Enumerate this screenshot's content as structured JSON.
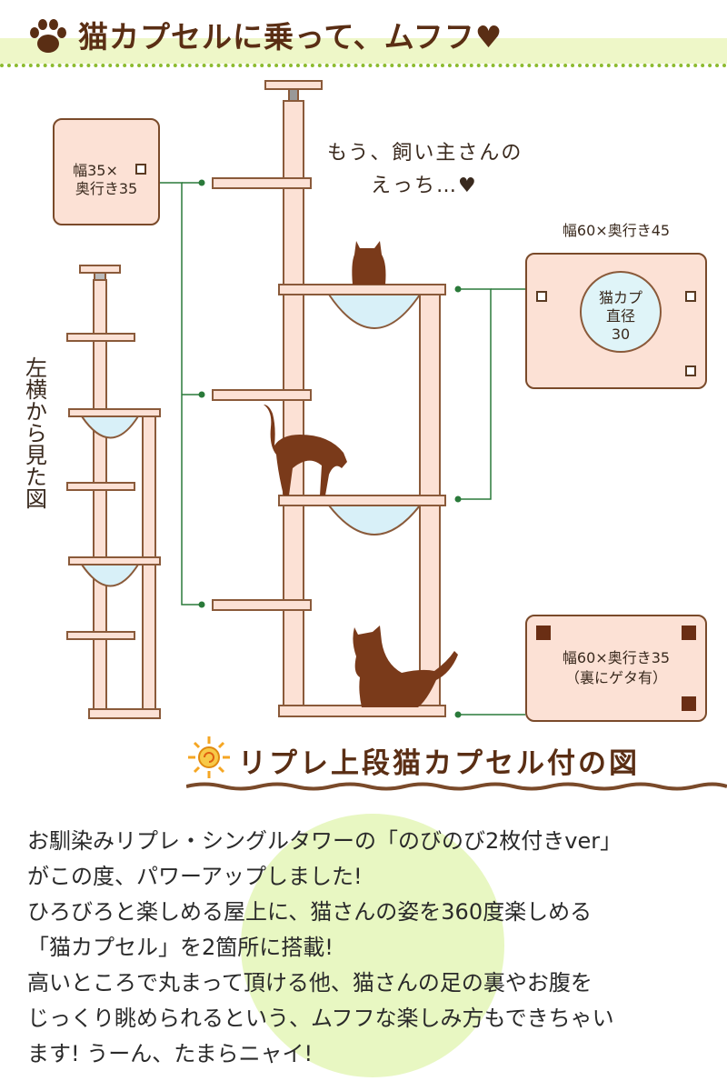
{
  "header": {
    "title": "猫カプセルに乗って、ムフフ♥"
  },
  "speech": {
    "line1": "もう、飼い主さんの",
    "line2": "えっち…♥"
  },
  "side_view_label": "左横から見た図",
  "boxes": {
    "small_shelf": {
      "line1": "幅35×",
      "line2": "奥行き35"
    },
    "top_deck": {
      "caption": "幅60×奥行き45",
      "circle_line1": "猫カプ",
      "circle_line2": "直径",
      "circle_line3": "30"
    },
    "base": {
      "line1": "幅60×奥行き35",
      "line2": "（裏にゲタ有）"
    }
  },
  "subtitle": "リプレ上段猫カプセル付の図",
  "body": {
    "p1": "お馴染みリプレ・シングルタワーの「のびのび2枚付きver」",
    "p2": "がこの度、パワーアップしました!",
    "p3": "ひろびろと楽しめる屋上に、猫さんの姿を360度楽しめる",
    "p4": "「猫カプセル」を2箇所に搭載!",
    "p5": "高いところで丸まって頂ける他、猫さんの足の裏やお腹を",
    "p6": "じっくり眺められるという、ムフフな楽しみ方もできちゃい",
    "p7": "ます! うーん、たまらニャイ!"
  },
  "colors": {
    "wood": "#fce1d5",
    "outline": "#8a5a3a",
    "capsule": "#d8f0f8",
    "cat": "#7a3a1a",
    "green_line": "#2a7a3a",
    "accent_green": "#8dbb2e"
  },
  "icons": [
    "paw-icon",
    "sun-icon",
    "heart-icon"
  ]
}
